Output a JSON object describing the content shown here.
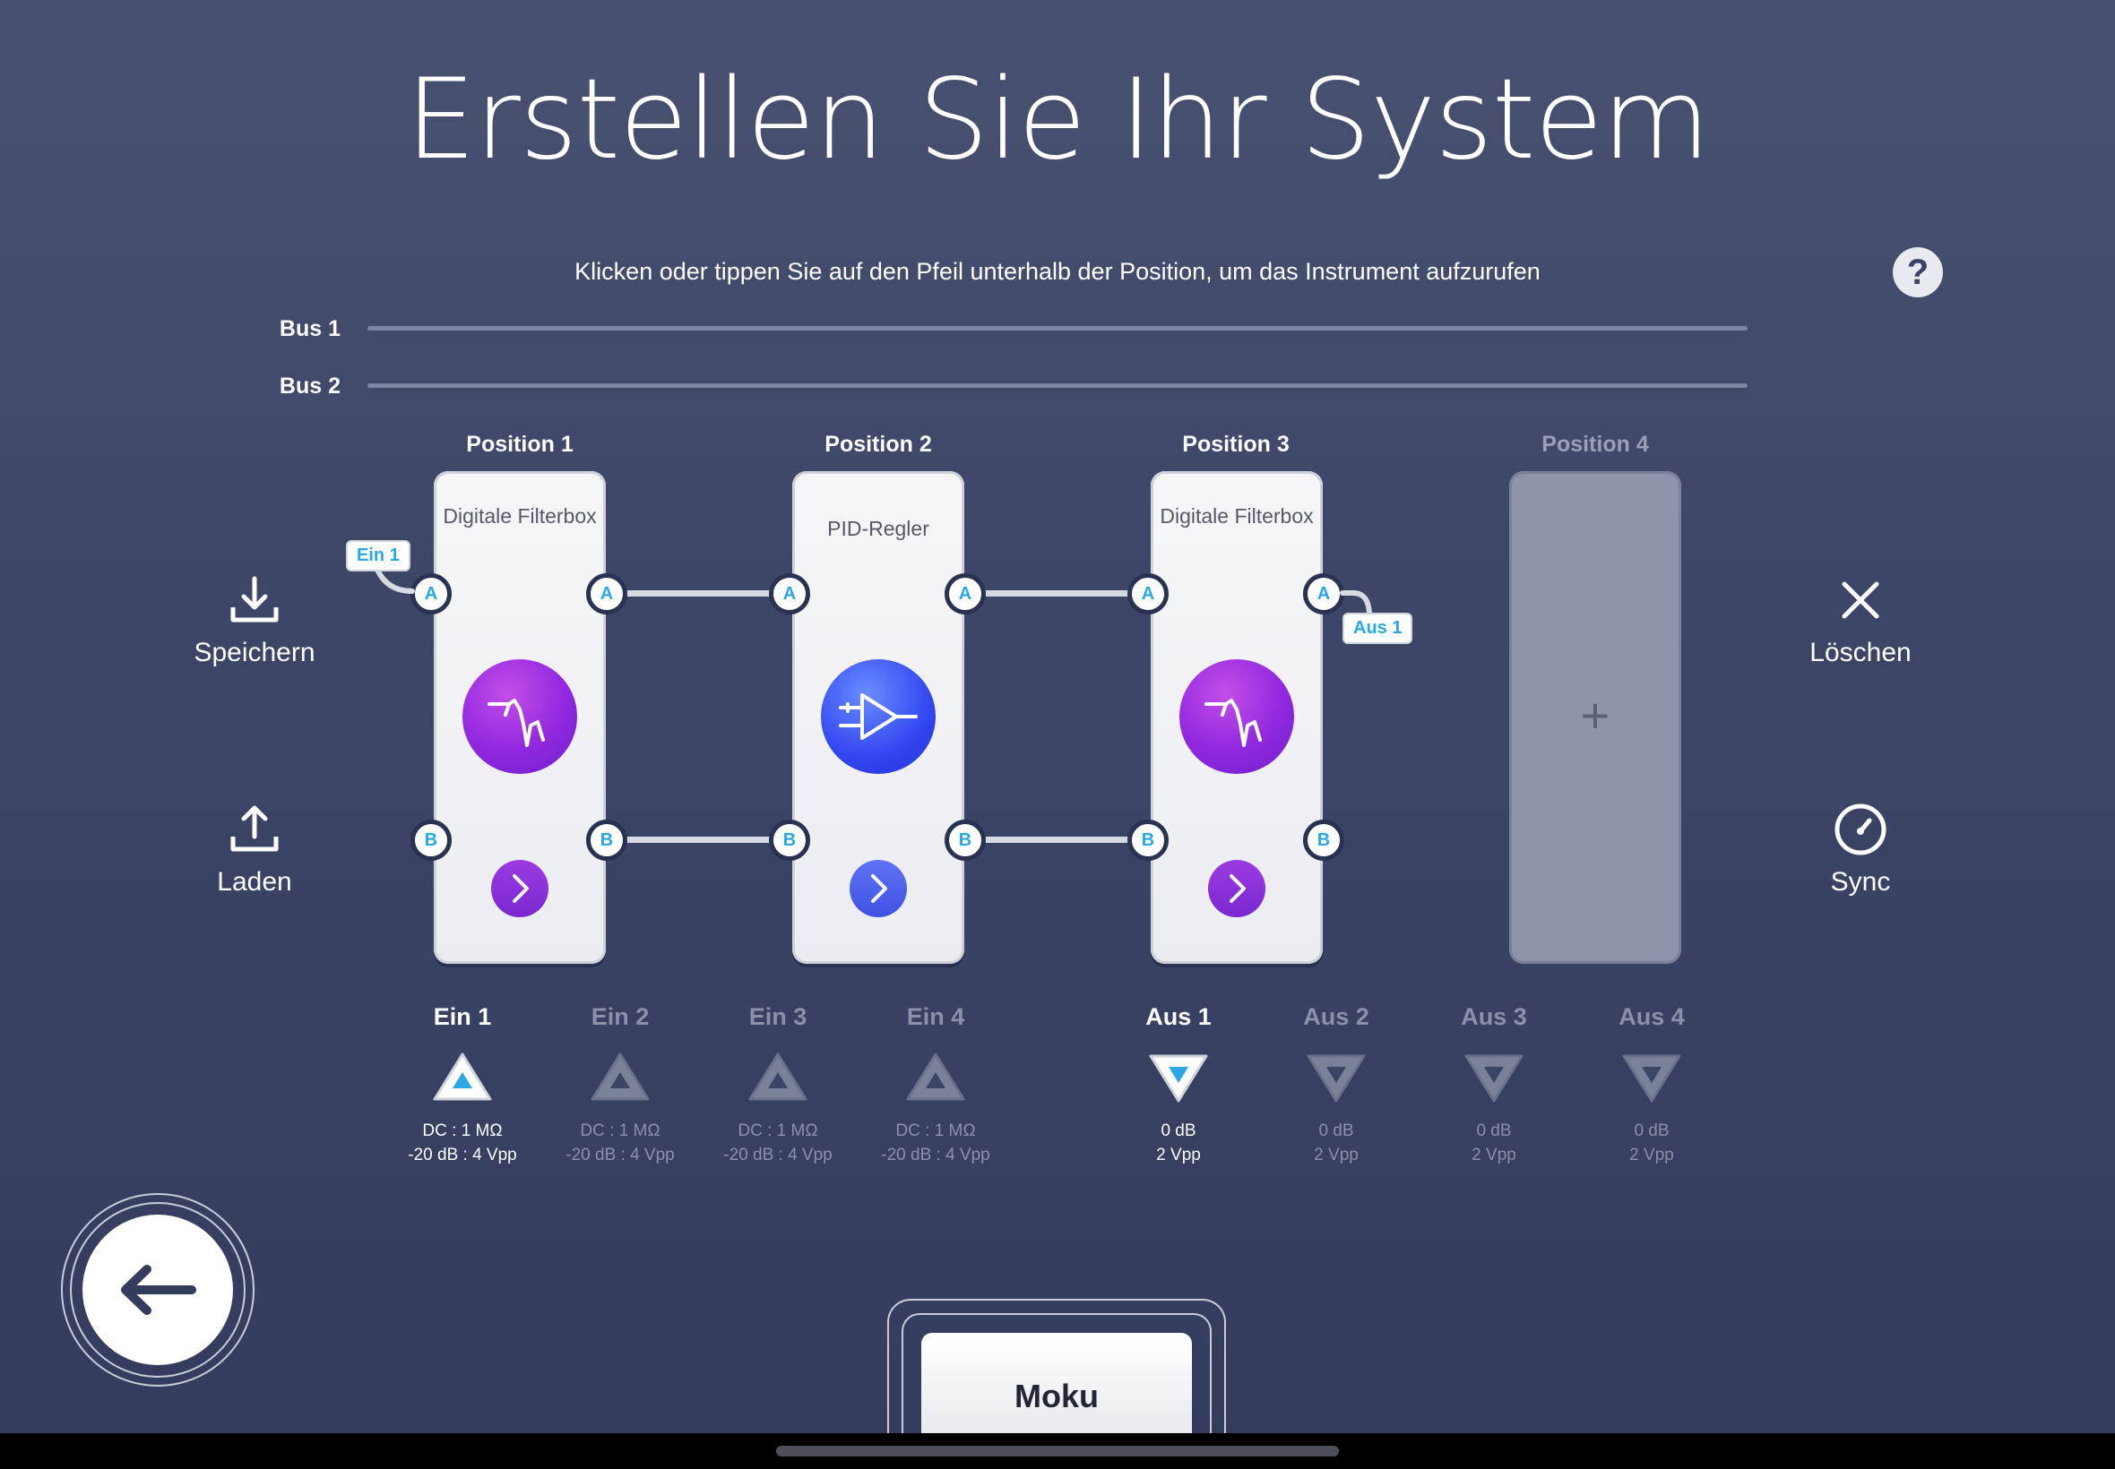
{
  "title": "Erstellen Sie Ihr System",
  "hint": "Klicken oder tippen Sie auf den Pfeil unterhalb der Position, um das Instrument aufzurufen",
  "help_label": "?",
  "buses": [
    "Bus 1",
    "Bus 2"
  ],
  "positions": [
    {
      "label": "Position 1",
      "instrument": "Digitale Filterbox",
      "icon": "filter-response-icon"
    },
    {
      "label": "Position 2",
      "instrument": "PID-Regler",
      "icon": "amplifier-icon"
    },
    {
      "label": "Position 3",
      "instrument": "Digitale Filterbox",
      "icon": "filter-response-icon"
    },
    {
      "label": "Position 4",
      "instrument": "",
      "add_label": "+"
    }
  ],
  "port_labels": {
    "a": "A",
    "b": "B"
  },
  "tags": {
    "in": "Ein 1",
    "out": "Aus 1"
  },
  "side": {
    "save": "Speichern",
    "load": "Laden",
    "delete": "Löschen",
    "sync": "Sync"
  },
  "inputs": [
    {
      "label": "Ein 1",
      "line1": "DC : 1 MΩ",
      "line2": "-20 dB : 4 Vpp",
      "active": true
    },
    {
      "label": "Ein 2",
      "line1": "DC : 1 MΩ",
      "line2": "-20 dB : 4 Vpp",
      "active": false
    },
    {
      "label": "Ein 3",
      "line1": "DC : 1 MΩ",
      "line2": "-20 dB : 4 Vpp",
      "active": false
    },
    {
      "label": "Ein 4",
      "line1": "DC : 1 MΩ",
      "line2": "-20 dB : 4 Vpp",
      "active": false
    }
  ],
  "outputs": [
    {
      "label": "Aus 1",
      "line1": "0 dB",
      "line2": "2 Vpp",
      "active": true
    },
    {
      "label": "Aus 2",
      "line1": "0 dB",
      "line2": "2 Vpp",
      "active": false
    },
    {
      "label": "Aus 3",
      "line1": "0 dB",
      "line2": "2 Vpp",
      "active": false
    },
    {
      "label": "Aus 4",
      "line1": "0 dB",
      "line2": "2 Vpp",
      "active": false
    }
  ],
  "device": "Moku",
  "colors": {
    "accent": "#2aa7e4",
    "purple": "#9128e0",
    "blue": "#3347f0"
  }
}
